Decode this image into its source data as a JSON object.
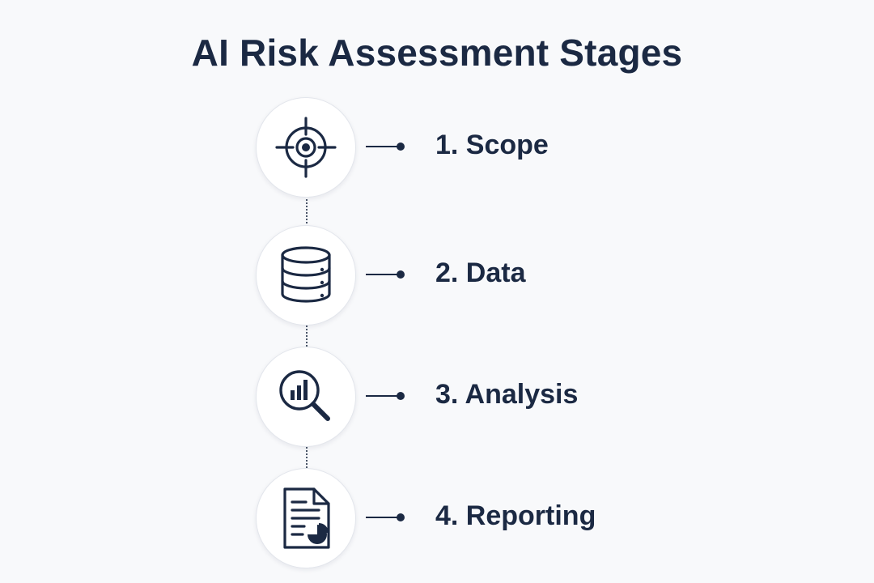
{
  "title": "AI Risk Assessment Stages",
  "colors": {
    "ink": "#1b2943",
    "background": "#f8f9fb",
    "circle_fill": "#ffffff"
  },
  "stages": [
    {
      "label": "1. Scope",
      "icon": "target-icon"
    },
    {
      "label": "2. Data",
      "icon": "database-icon"
    },
    {
      "label": "3. Analysis",
      "icon": "magnifier-chart-icon"
    },
    {
      "label": "4. Reporting",
      "icon": "report-document-icon"
    }
  ]
}
